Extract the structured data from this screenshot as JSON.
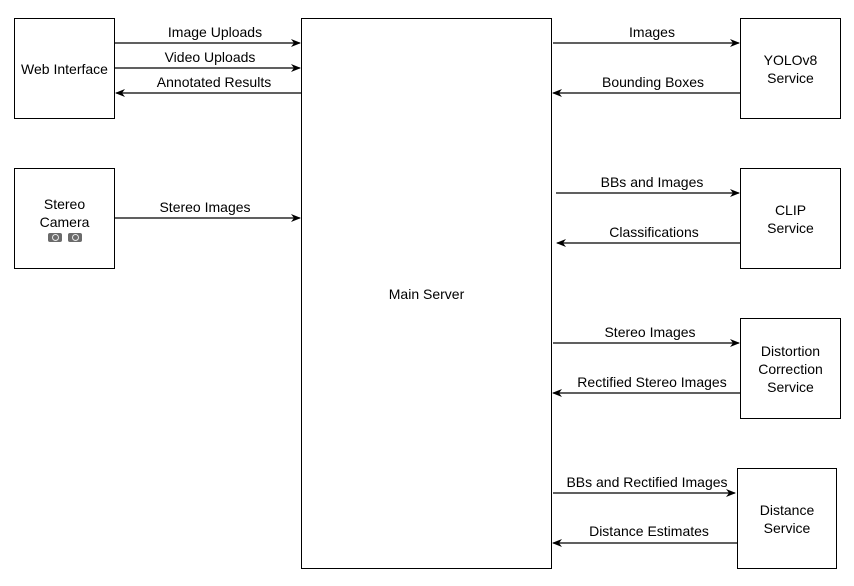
{
  "nodes": {
    "web_interface": [
      "Web Interface"
    ],
    "stereo_camera": [
      "Stereo",
      "Camera"
    ],
    "main_server": [
      "Main Server"
    ],
    "yolo_service": [
      "YOLOv8",
      "Service"
    ],
    "clip_service": [
      "CLIP",
      "Service"
    ],
    "distortion_service": [
      "Distortion",
      "Correction",
      "Service"
    ],
    "distance_service": [
      "Distance",
      "Service"
    ]
  },
  "stereo_camera_icons": [
    "camera-icon",
    "camera-icon"
  ],
  "edges": {
    "image_uploads": "Image Uploads",
    "video_uploads": "Video Uploads",
    "annotated_results": "Annotated Results",
    "stereo_images_in": "Stereo Images",
    "images_to_yolo": "Images",
    "bounding_boxes": "Bounding Boxes",
    "bbs_and_images": "BBs and Images",
    "classifications": "Classifications",
    "stereo_images_out": "Stereo Images",
    "rectified_stereo_images": "Rectified Stereo Images",
    "bbs_and_rectified_images": "BBs and Rectified Images",
    "distance_estimates": "Distance Estimates"
  }
}
